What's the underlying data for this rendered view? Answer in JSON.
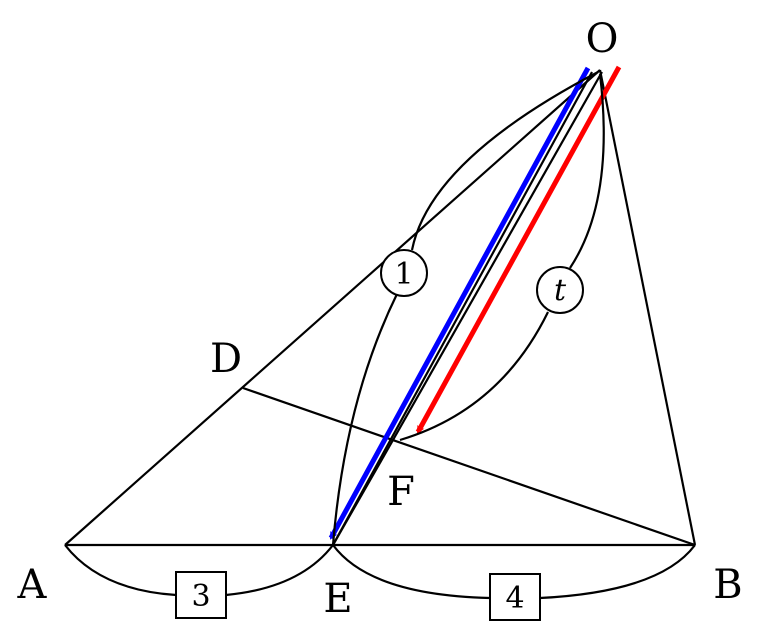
{
  "points": {
    "O": "O",
    "A": "A",
    "B": "B",
    "D": "D",
    "E": "E",
    "F": "F"
  },
  "labels": {
    "OE_arc": "1",
    "OF_arc": "t",
    "AE_length": "3",
    "EB_length": "4"
  },
  "colors": {
    "vector_OE": "#0000ff",
    "vector_OF": "#ff0000",
    "lines": "#000000"
  }
}
